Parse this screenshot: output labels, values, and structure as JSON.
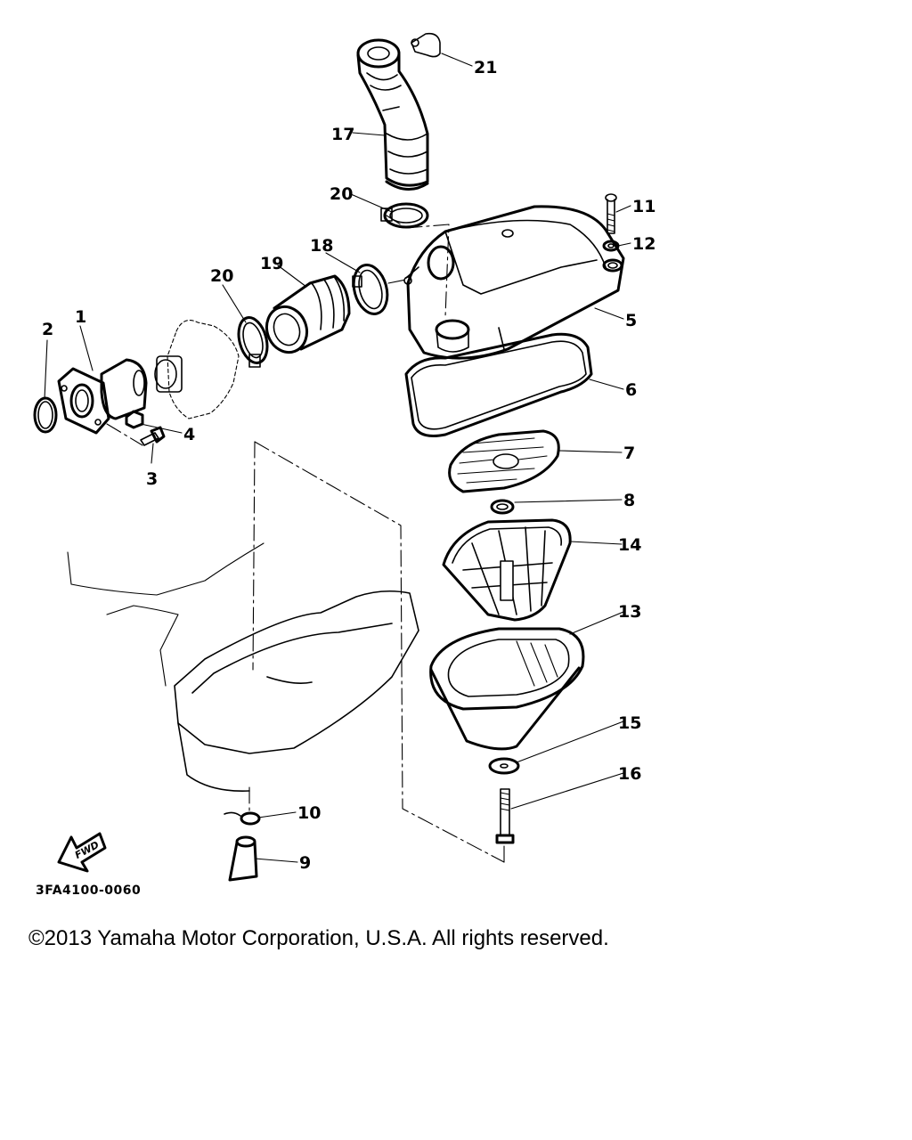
{
  "diagram": {
    "code": "3FA4100-0060",
    "fwd_label": "FWD",
    "callouts": {
      "p1": "1",
      "p2": "2",
      "p3": "3",
      "p4": "4",
      "p5": "5",
      "p6": "6",
      "p7": "7",
      "p8": "8",
      "p9": "9",
      "p10": "10",
      "p11": "11",
      "p12": "12",
      "p13": "13",
      "p14": "14",
      "p15": "15",
      "p16": "16",
      "p17": "17",
      "p18": "18",
      "p19": "19",
      "p20a": "20",
      "p20b": "20",
      "p21": "21"
    }
  },
  "footer": {
    "copyright": "©2013 Yamaha Motor Corporation, U.S.A. All rights reserved."
  }
}
